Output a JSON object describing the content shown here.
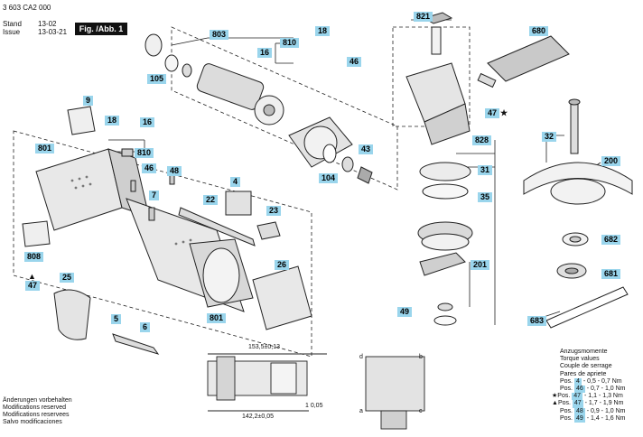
{
  "header": {
    "part_number": "3 603 CA2 000",
    "stand_label": "Stand",
    "stand_value": "13-02",
    "issue_label": "Issue",
    "issue_value": "13-03-21",
    "figure_label": "Fig. /Abb. 1"
  },
  "callouts": [
    "803",
    "18",
    "810",
    "16",
    "46",
    "105",
    "9",
    "18",
    "16",
    "810",
    "46",
    "48",
    "7",
    "801",
    "4",
    "22",
    "23",
    "43",
    "104",
    "808",
    "47",
    "25",
    "26",
    "5",
    "6",
    "801",
    "821",
    "680",
    "47",
    "828",
    "31",
    "35",
    "32",
    "200",
    "201",
    "49",
    "682",
    "681",
    "683"
  ],
  "callout_marks": {
    "star": "★",
    "triangle": "▲"
  },
  "dimensions": {
    "overall": "153,5±0,13",
    "inner": "142,2±0,05",
    "concentricity": "1 0,05"
  },
  "detail_letters": [
    "d",
    "b",
    "c",
    "a"
  ],
  "footer_notes": [
    "Änderungen vorbehalten",
    "Modifications reserved",
    "Modifications reservees",
    "Salvo modificaciones"
  ],
  "torque": {
    "title_lines": [
      "Anzugsmomente",
      "Torque values",
      "Couple de serrage",
      "Pares de apriete"
    ],
    "rows": [
      {
        "mark": "",
        "pos": "Pos.",
        "key": "4",
        "range": "- 0,5 - 0,7 Nm"
      },
      {
        "mark": "",
        "pos": "Pos.",
        "key": "46",
        "range": "- 0,7 - 1,0 Nm"
      },
      {
        "mark": "★",
        "pos": "Pos.",
        "key": "47",
        "range": "- 1,1 - 1,3 Nm"
      },
      {
        "mark": "▲",
        "pos": "Pos.",
        "key": "47",
        "range": "- 1,7 - 1,9 Nm"
      },
      {
        "mark": "",
        "pos": "Pos.",
        "key": "48",
        "range": "- 0,9 - 1,0 Nm"
      },
      {
        "mark": "",
        "pos": "Pos.",
        "key": "49",
        "range": "- 1,4 - 1,6 Nm"
      }
    ]
  }
}
